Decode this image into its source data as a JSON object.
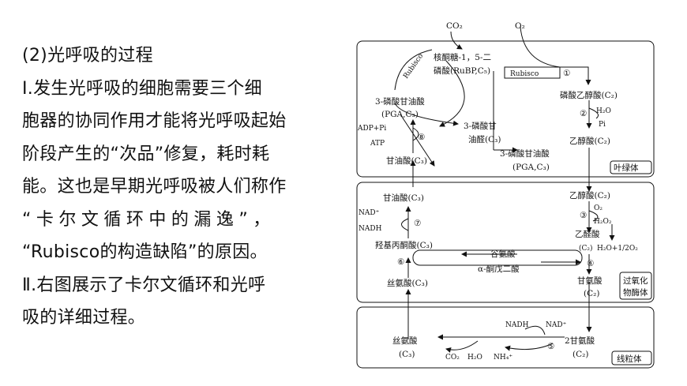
{
  "slide": {
    "lines": [
      "(2)光呼吸的过程",
      "Ⅰ.发生光呼吸的细胞需要三个细",
      "胞器的协同作用才能将光呼吸起始",
      "阶段产生的“次品”修复，耗时耗",
      "能。这也是早期光呼吸被人们称作",
      "“卡尔文循环中的漏逸”，",
      "“Rubisco的构造缺陷”的原因。",
      "Ⅱ.右图展示了卡尔文循环和光呼",
      "吸的详细过程。"
    ]
  },
  "diagram": {
    "organelles": {
      "chloroplast": "叶绿体",
      "peroxisome_line1": "过氧化",
      "peroxisome_line2": "物酶体",
      "mitochondrion": "线粒体"
    },
    "step_numbers": [
      "①",
      "②",
      "③",
      "④",
      "⑤",
      "⑥",
      "⑦",
      "⑧"
    ],
    "chloroplast": {
      "co2": "CO₂",
      "o2": "O₂",
      "rubp_line1": "核酮糖-1，5-二",
      "rubp_line2": "磷酸(RuBP,C₅)",
      "rubisco_left": "Rubisco",
      "rubisco_right": "Rubisco",
      "pga_line1": "3-磷酸甘油酸",
      "pga_line2": "(PGA,C₃)",
      "g3p_line1": "3-磷酸甘",
      "g3p_line2": "油醛(C₃)",
      "pga2_line1": "3-磷酸甘油酸",
      "pga2_line2": "(PGA,C₃)",
      "adp_pi": "ADP+Pi",
      "atp": "ATP",
      "glycerate": "甘油酸(C₃)",
      "phosphoglycolate": "磷酸乙醇酸(C₂)",
      "h2o": "H₂O",
      "pi": "Pi",
      "glycolate": "乙醇酸(C₂)"
    },
    "peroxisome": {
      "glycerate": "甘油酸(C₃)",
      "nad_plus": "NAD⁺",
      "nadh": "NADH",
      "hydroxypyruvate": "羟基丙酮酸(C₃)",
      "serine": "丝氨酸(C₃)",
      "glutamate": "谷氨酸",
      "ketoglutarate": "α-酮戊二酸",
      "glycolate": "乙醇酸(C₂)",
      "o2": "O₂",
      "h2o2": "H₂O₂",
      "glyoxylate": "乙醛酸",
      "c2": "(C₂)",
      "h2o_o2": "H₂O+1/2O₂",
      "glycine_line1": "甘氨酸",
      "glycine_line2": "(C₂)"
    },
    "mitochondrion": {
      "nadh": "NADH",
      "nad_plus": "NAD⁺",
      "serine_line1": "丝氨酸",
      "serine_line2": "(C₃)",
      "glycine_line1": "2甘氨酸",
      "glycine_line2": "(C₂)",
      "co2": "CO₂",
      "h2o": "H₂O",
      "nh4": "NH₄⁺"
    }
  }
}
